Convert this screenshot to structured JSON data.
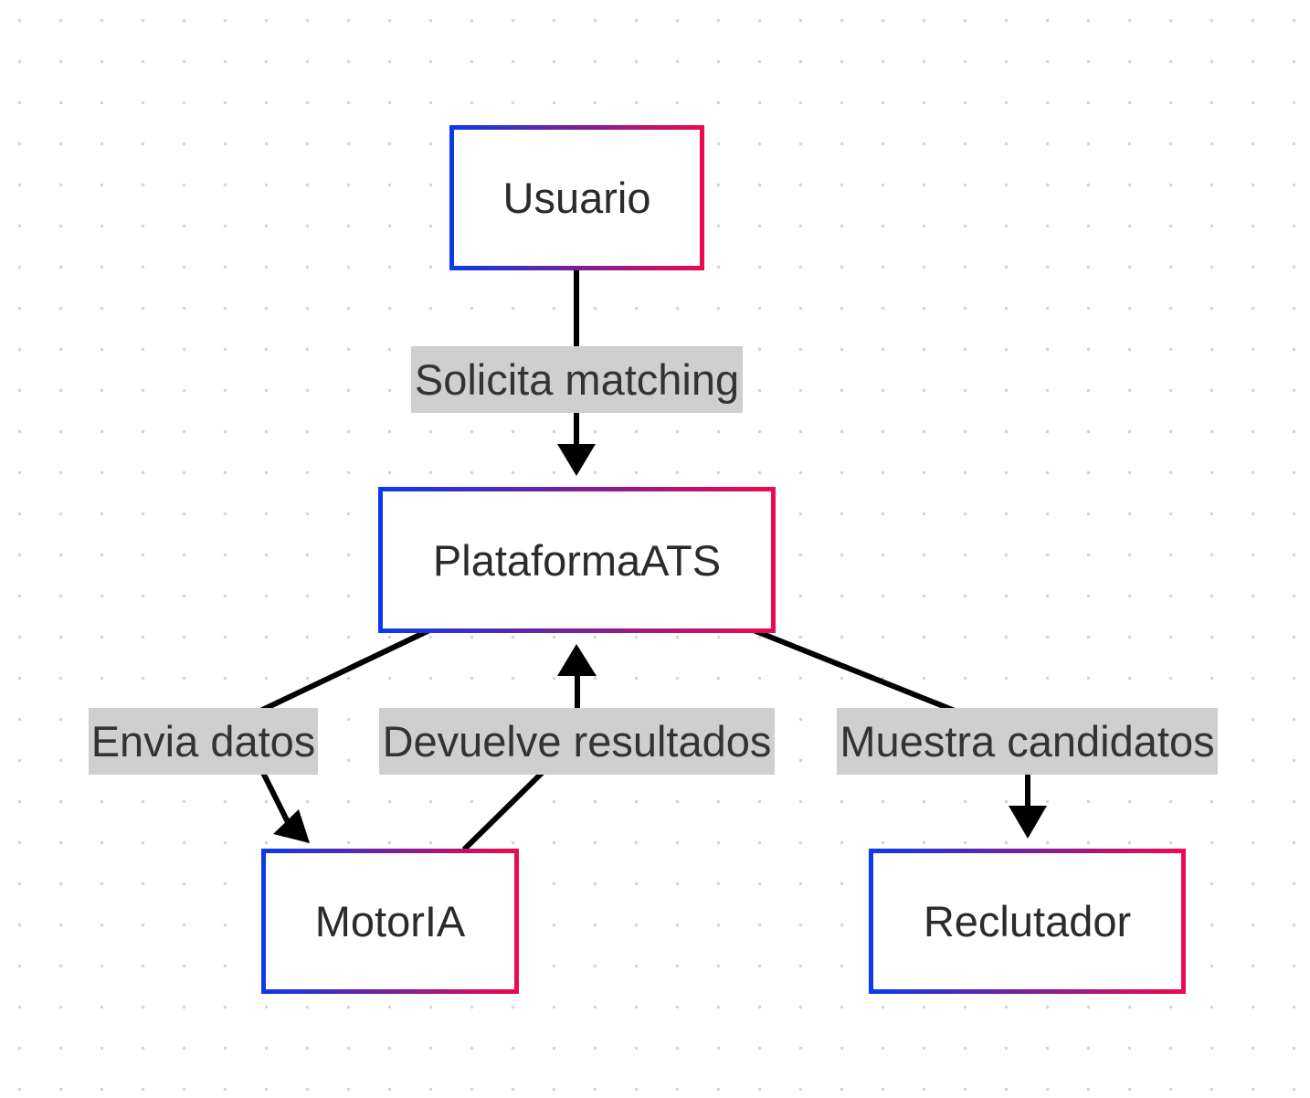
{
  "nodes": {
    "usuario": "Usuario",
    "plataforma": "PlataformaATS",
    "motor": "MotorIA",
    "reclutador": "Reclutador"
  },
  "edges": {
    "solicita": "Solicita matching",
    "envia": "Envia datos",
    "devuelve": "Devuelve resultados",
    "muestra": "Muestra candidatos"
  },
  "colors": {
    "border_gradient_start": "#0a3bea",
    "border_gradient_mid": "#7a1f9a",
    "border_gradient_end": "#ee0a4e",
    "edge_stroke": "#000000",
    "label_background": "#cfcfcf",
    "text": "#2b2b2b"
  }
}
